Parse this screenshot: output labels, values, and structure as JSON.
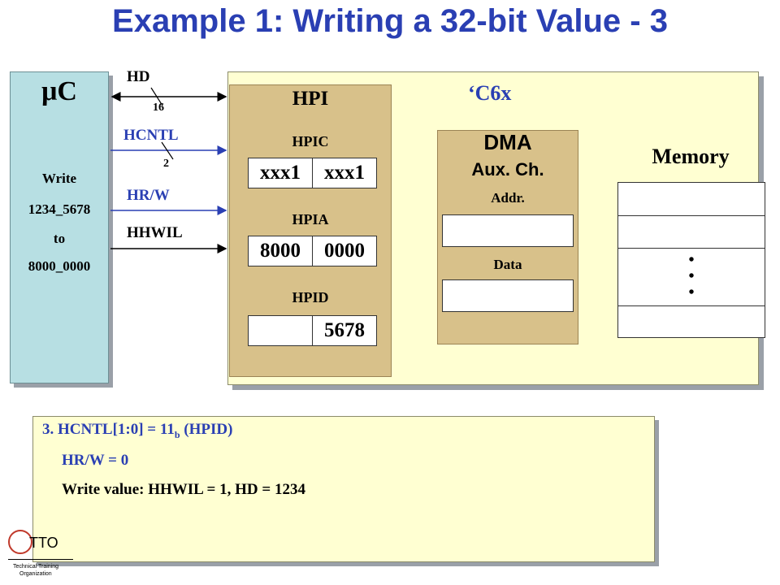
{
  "title": "Example 1: Writing a 32-bit Value - 3",
  "uc": {
    "title": "μC",
    "lines": [
      "Write",
      "1234_5678",
      "to",
      "8000_0000"
    ]
  },
  "signals": {
    "hd": "HD",
    "hd_width": "16",
    "hcntl": "HCNTL",
    "hcntl_width": "2",
    "hrw": "HR/W",
    "hhwil": "HHWIL"
  },
  "c6x": {
    "label": "‘C6x"
  },
  "hpi": {
    "title": "HPI",
    "hpic": {
      "label": "HPIC",
      "high": "xxx1",
      "low": "xxx1"
    },
    "hpia": {
      "label": "HPIA",
      "high": "8000",
      "low": "0000"
    },
    "hpid": {
      "label": "HPID",
      "high": "",
      "low": "5678"
    }
  },
  "dma": {
    "title": "DMA",
    "subtitle": "Aux. Ch.",
    "addr_label": "Addr.",
    "data_label": "Data"
  },
  "memory": {
    "title": "Memory",
    "ellipsis": "•\n•\n•"
  },
  "note": {
    "step_prefix": "3. HCNTL[1:0] = 11",
    "step_sub": "b",
    "step_suffix": " (HPID)",
    "line2": "HR/W = 0",
    "line3": "Write value: HHWIL = 1, HD = 1234"
  },
  "logo": {
    "text": "TTO",
    "small1": "Technical Training",
    "small2": "Organization"
  },
  "colors": {
    "title_blue": "#2a3fb3",
    "uc_fill": "#b7dfe3",
    "c6x_fill": "#ffffd2",
    "hpi_fill": "#d8c18a"
  }
}
